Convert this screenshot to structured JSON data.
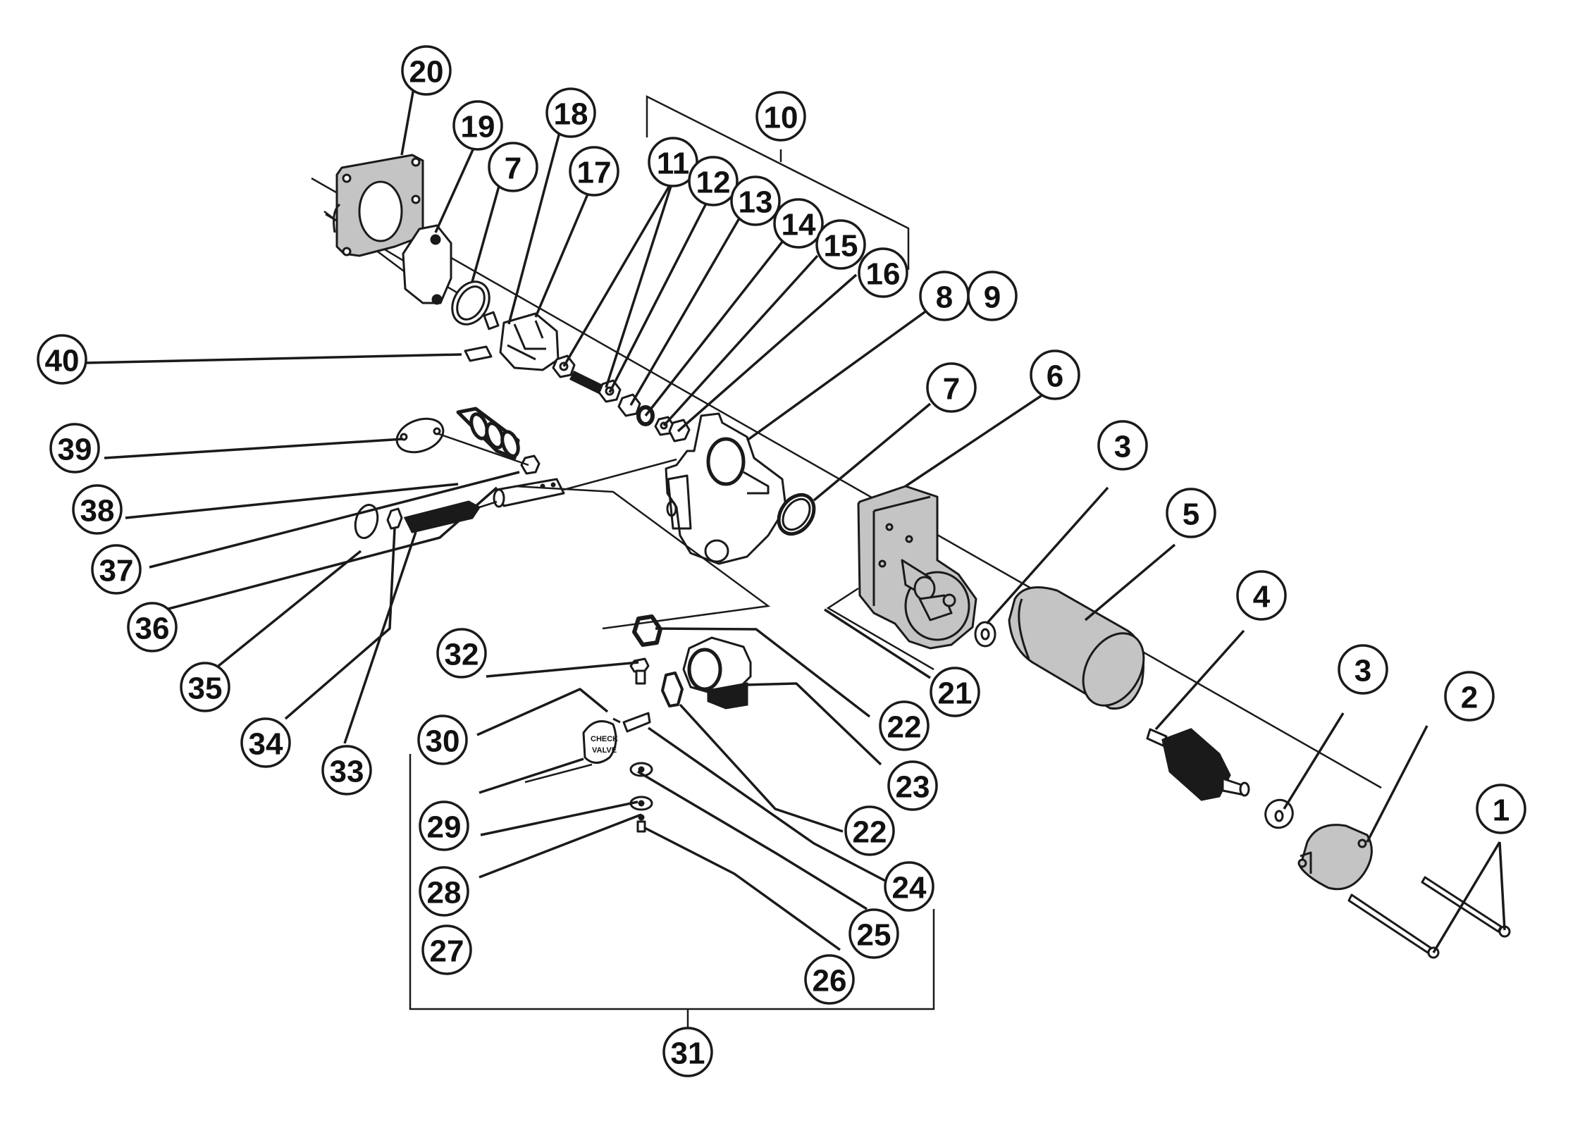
{
  "diagram": {
    "title": "Pump exploded parts diagram",
    "colors": {
      "line": "#1a1a1a",
      "part_fill": "#c4c4c4",
      "background": "#ffffff"
    },
    "callouts": [
      {
        "id": "c1",
        "label": "1"
      },
      {
        "id": "c2",
        "label": "2"
      },
      {
        "id": "c3a",
        "label": "3"
      },
      {
        "id": "c3b",
        "label": "3"
      },
      {
        "id": "c4",
        "label": "4"
      },
      {
        "id": "c5",
        "label": "5"
      },
      {
        "id": "c6",
        "label": "6"
      },
      {
        "id": "c7a",
        "label": "7"
      },
      {
        "id": "c7b",
        "label": "7"
      },
      {
        "id": "c8",
        "label": "8"
      },
      {
        "id": "c9",
        "label": "9"
      },
      {
        "id": "c10",
        "label": "10"
      },
      {
        "id": "c11",
        "label": "11"
      },
      {
        "id": "c12",
        "label": "12"
      },
      {
        "id": "c13",
        "label": "13"
      },
      {
        "id": "c14",
        "label": "14"
      },
      {
        "id": "c15",
        "label": "15"
      },
      {
        "id": "c16",
        "label": "16"
      },
      {
        "id": "c17",
        "label": "17"
      },
      {
        "id": "c18",
        "label": "18"
      },
      {
        "id": "c19",
        "label": "19"
      },
      {
        "id": "c20",
        "label": "20"
      },
      {
        "id": "c21",
        "label": "21"
      },
      {
        "id": "c22a",
        "label": "22"
      },
      {
        "id": "c22b",
        "label": "22"
      },
      {
        "id": "c23",
        "label": "23"
      },
      {
        "id": "c24",
        "label": "24"
      },
      {
        "id": "c25",
        "label": "25"
      },
      {
        "id": "c26",
        "label": "26"
      },
      {
        "id": "c27",
        "label": "27"
      },
      {
        "id": "c28",
        "label": "28"
      },
      {
        "id": "c29",
        "label": "29"
      },
      {
        "id": "c30",
        "label": "30"
      },
      {
        "id": "c31",
        "label": "31"
      },
      {
        "id": "c32",
        "label": "32"
      },
      {
        "id": "c33",
        "label": "33"
      },
      {
        "id": "c34",
        "label": "34"
      },
      {
        "id": "c35",
        "label": "35"
      },
      {
        "id": "c36",
        "label": "36"
      },
      {
        "id": "c37",
        "label": "37"
      },
      {
        "id": "c38",
        "label": "38"
      },
      {
        "id": "c39",
        "label": "39"
      },
      {
        "id": "c40",
        "label": "40"
      }
    ],
    "check_valve_text": [
      "CHECK",
      "VALVE"
    ]
  }
}
